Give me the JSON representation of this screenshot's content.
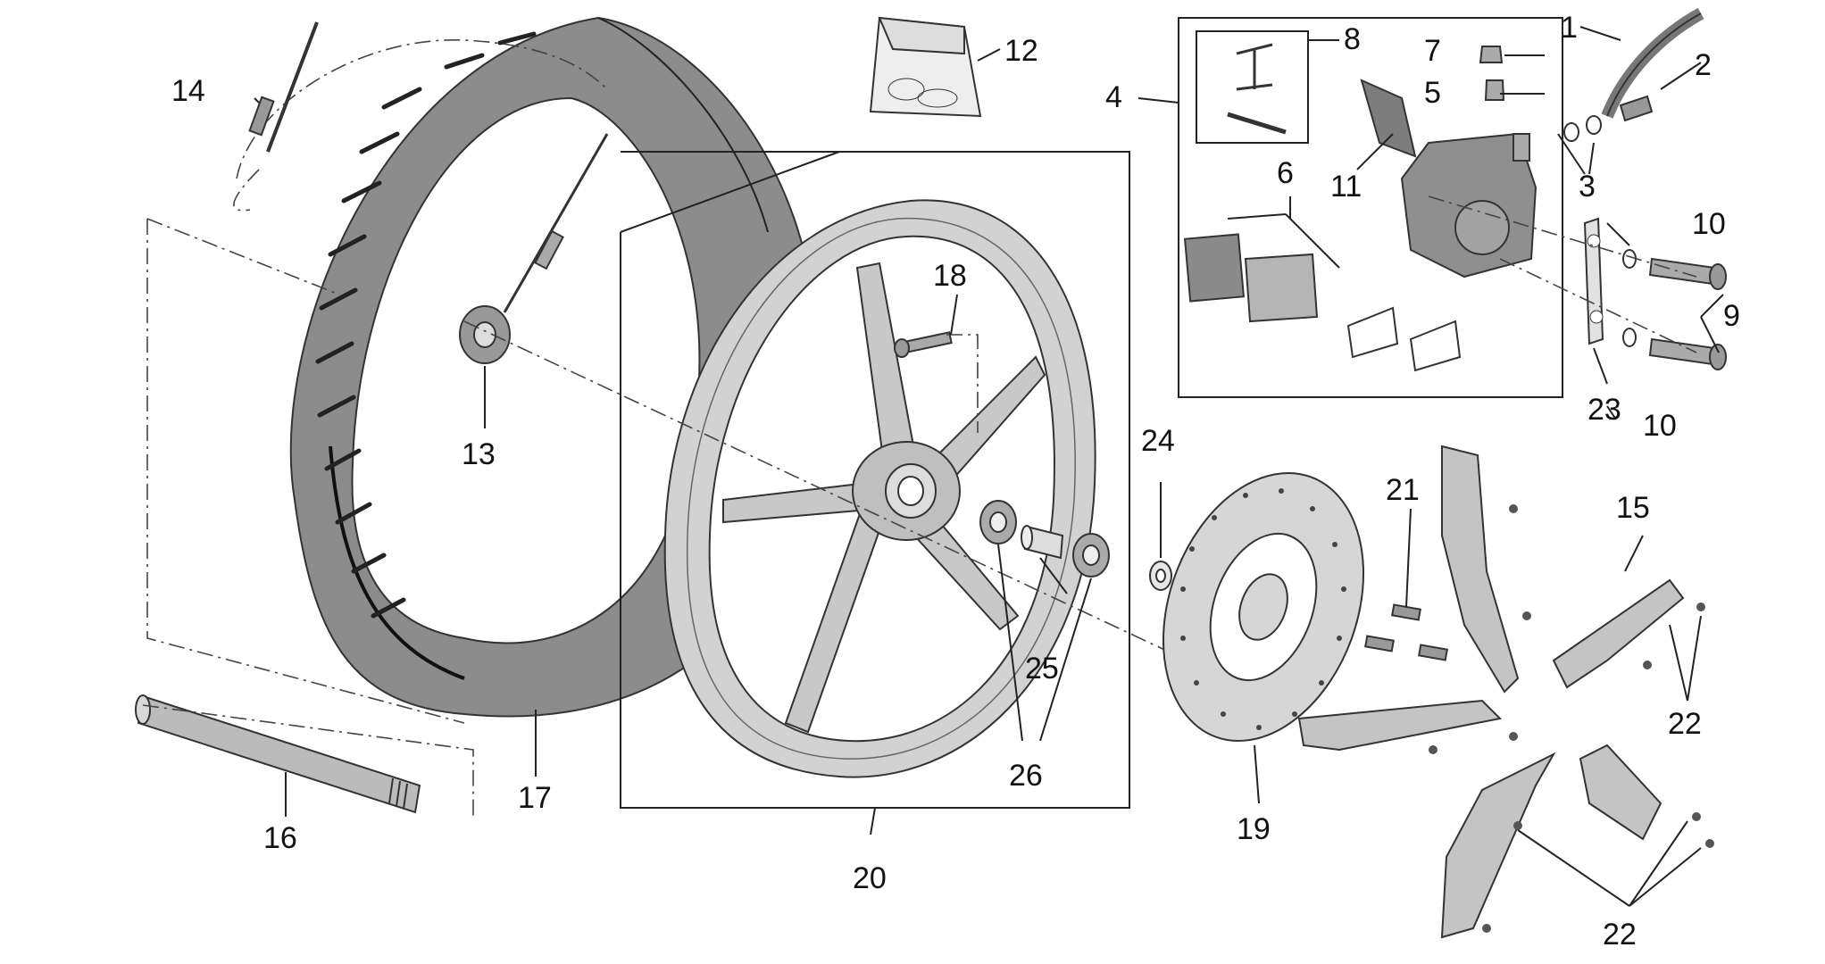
{
  "diagram": {
    "callouts": [
      {
        "id": "c1",
        "text": "1"
      },
      {
        "id": "c2",
        "text": "2"
      },
      {
        "id": "c3",
        "text": "3"
      },
      {
        "id": "c4",
        "text": "4"
      },
      {
        "id": "c5",
        "text": "5"
      },
      {
        "id": "c6",
        "text": "6"
      },
      {
        "id": "c7",
        "text": "7"
      },
      {
        "id": "c8",
        "text": "8"
      },
      {
        "id": "c9",
        "text": "9"
      },
      {
        "id": "c10a",
        "text": "10"
      },
      {
        "id": "c10b",
        "text": "10"
      },
      {
        "id": "c11",
        "text": "11"
      },
      {
        "id": "c12",
        "text": "12"
      },
      {
        "id": "c13",
        "text": "13"
      },
      {
        "id": "c14",
        "text": "14"
      },
      {
        "id": "c15",
        "text": "15"
      },
      {
        "id": "c16",
        "text": "16"
      },
      {
        "id": "c17",
        "text": "17"
      },
      {
        "id": "c18",
        "text": "18"
      },
      {
        "id": "c19",
        "text": "19"
      },
      {
        "id": "c20",
        "text": "20"
      },
      {
        "id": "c21",
        "text": "21"
      },
      {
        "id": "c22a",
        "text": "22"
      },
      {
        "id": "c22b",
        "text": "22"
      },
      {
        "id": "c23",
        "text": "23"
      },
      {
        "id": "c24",
        "text": "24"
      },
      {
        "id": "c25",
        "text": "25"
      },
      {
        "id": "c26",
        "text": "26"
      }
    ],
    "colors": {
      "tire": "#8c8c8c",
      "tire_dark": "#6f6f6f",
      "rim": "#d2d2d2",
      "metal": "#a9a9a9",
      "line": "#222222"
    }
  }
}
